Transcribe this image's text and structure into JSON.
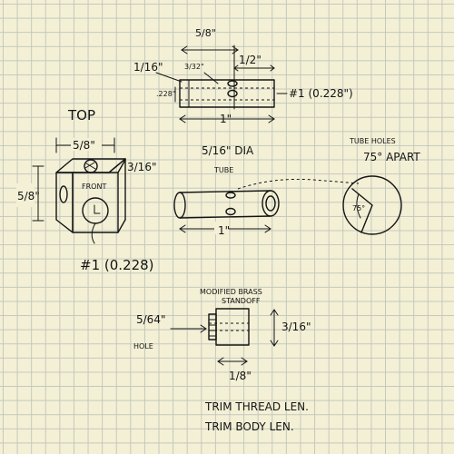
{
  "tube_side_view": {
    "dim_5_8": "5/8\"",
    "dim_1_16": "1/16\"",
    "dim_3_32": "3/32\"",
    "dim_1_2": "1/2\"",
    "dim_228": ".228\"",
    "dim_1": "1\"",
    "hole_label": "#1 (0.228\")"
  },
  "block_view": {
    "top_label": "TOP",
    "width_dim": "5/8\"",
    "height_dim": "5/8\"",
    "depth_dim": "3/16\"",
    "front_label": "FRONT",
    "hole_label": "#1 (0.228)"
  },
  "tube_view": {
    "dia_label": "5/16\" DIA",
    "tube_label": "TUBE",
    "length_dim": "1\""
  },
  "angle_view": {
    "note_line1": "TUBE HOLES",
    "note_line2": "75° APART",
    "angle_label": "75°"
  },
  "standoff_view": {
    "title_line1": "MODIFIED BRASS",
    "title_line2": "STANDOFF",
    "hole_size": "5/64\"",
    "hole_word": "HOLE",
    "height_dim": "3/16\"",
    "length_dim": "1/8\""
  },
  "notes": {
    "line1": "TRIM THREAD LEN.",
    "line2": "TRIM BODY LEN."
  }
}
